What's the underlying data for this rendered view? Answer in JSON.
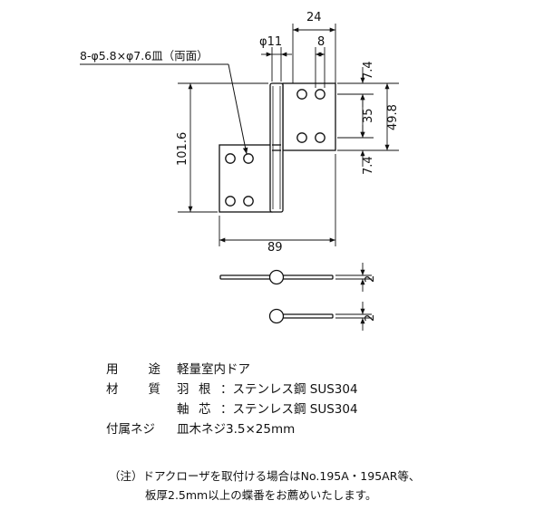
{
  "drawing": {
    "hole_callout": "8-φ5.8×φ7.6皿（両面）",
    "dims": {
      "d24": "24",
      "d11": "φ11",
      "d8": "8",
      "d74_top": "7.4",
      "d35": "35",
      "d498": "49.8",
      "d74_bottom": "7.4",
      "d1016": "101.6",
      "d89": "89",
      "d2_a": "2",
      "d2_b": "2"
    }
  },
  "specs": {
    "usage": {
      "k1": "用",
      "k2": "途",
      "value": "軽量室内ドア"
    },
    "material": {
      "k1": "材",
      "k2": "質",
      "wing_label_1": "羽",
      "wing_label_2": "根",
      "wing_value": "：ステンレス鋼 SUS304",
      "axis_label_1": "軸",
      "axis_label_2": "芯",
      "axis_value": "：ステンレス鋼 SUS304"
    },
    "screws": {
      "label": "付属ネジ",
      "value": "皿木ネジ3.5×25mm"
    }
  },
  "note": {
    "line1": "（注）ドアクローザを取付ける場合はNo.195A・195AR等、",
    "line2": "板厚2.5mm以上の蝶番をお薦めいたします。"
  }
}
